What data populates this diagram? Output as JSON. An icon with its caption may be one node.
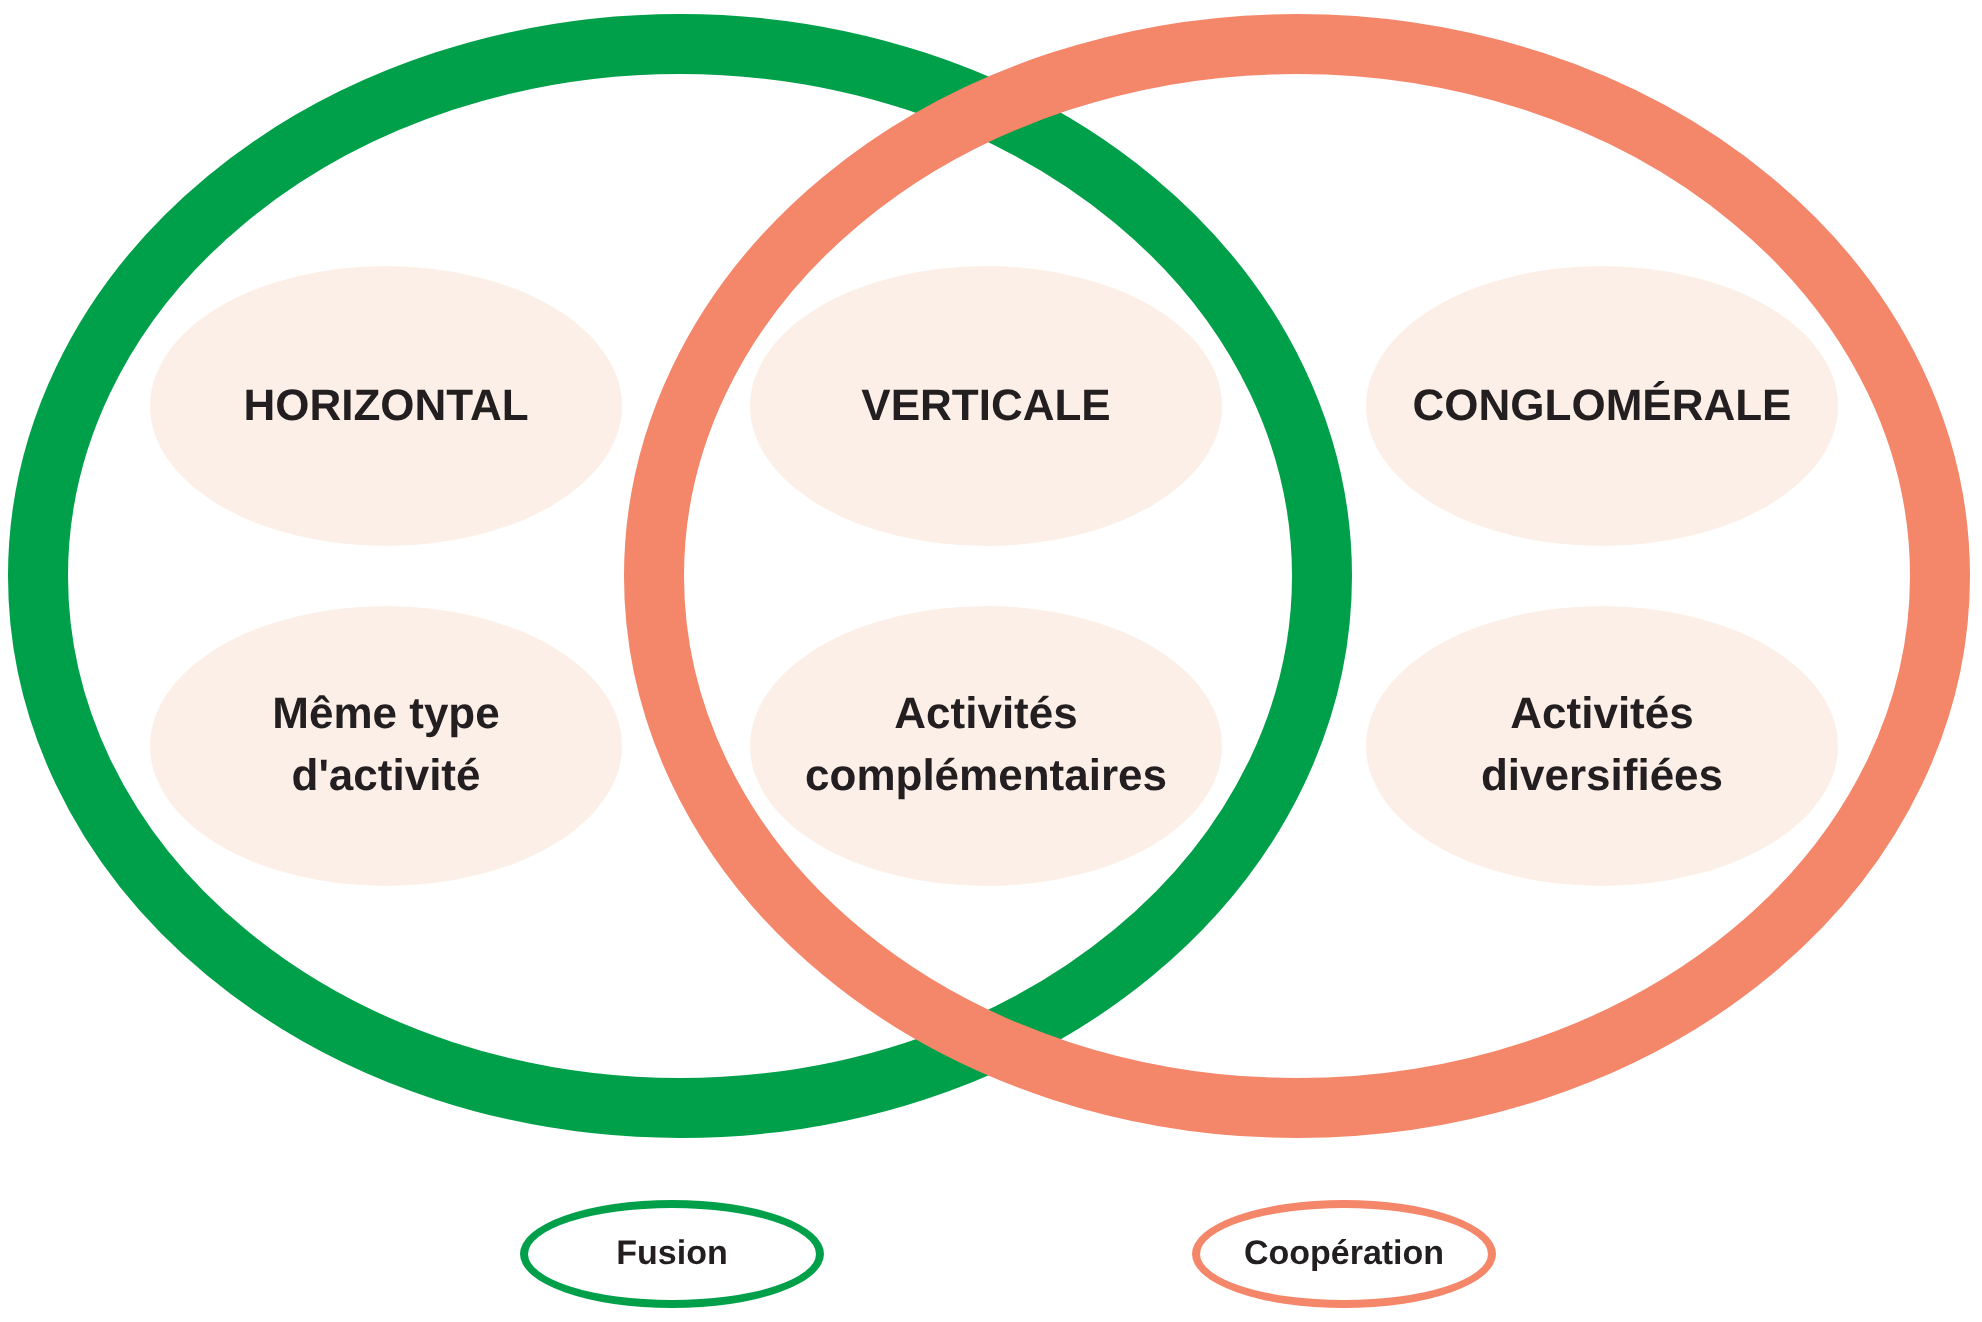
{
  "diagram": {
    "nodes": [
      {
        "text": [],
        "shape": "circle"
      },
      {
        "text": [],
        "shape": "circle"
      },
      {
        "text": [
          "HORIZONTAL"
        ],
        "in": 0
      },
      {
        "text": [
          "VERTICALE"
        ]
      },
      {
        "text": [
          "CONGLOMÉRALE"
        ],
        "in": 1
      },
      {
        "text": [
          "Même type d'activité"
        ],
        "in": 0
      },
      {
        "text": [
          "Activités complémentaires"
        ]
      },
      {
        "text": [
          "Activités diversifiées"
        ],
        "in": 1
      }
    ],
    "edges": [],
    "legend": [
      {
        "text": "Fusion",
        "color": "#00a04a"
      },
      {
        "text": "Coopération",
        "color": "#f4866a"
      }
    ]
  }
}
